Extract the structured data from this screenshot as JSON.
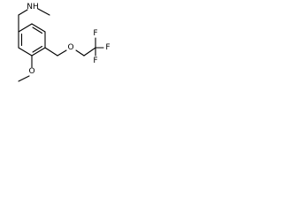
{
  "molecule": {
    "atoms": {
      "amine": "NH",
      "methoxy_oxygen": "O",
      "ether_oxygen": "O",
      "fluorine_top": "F",
      "fluorine_right": "F",
      "fluorine_bottom": "F"
    }
  }
}
